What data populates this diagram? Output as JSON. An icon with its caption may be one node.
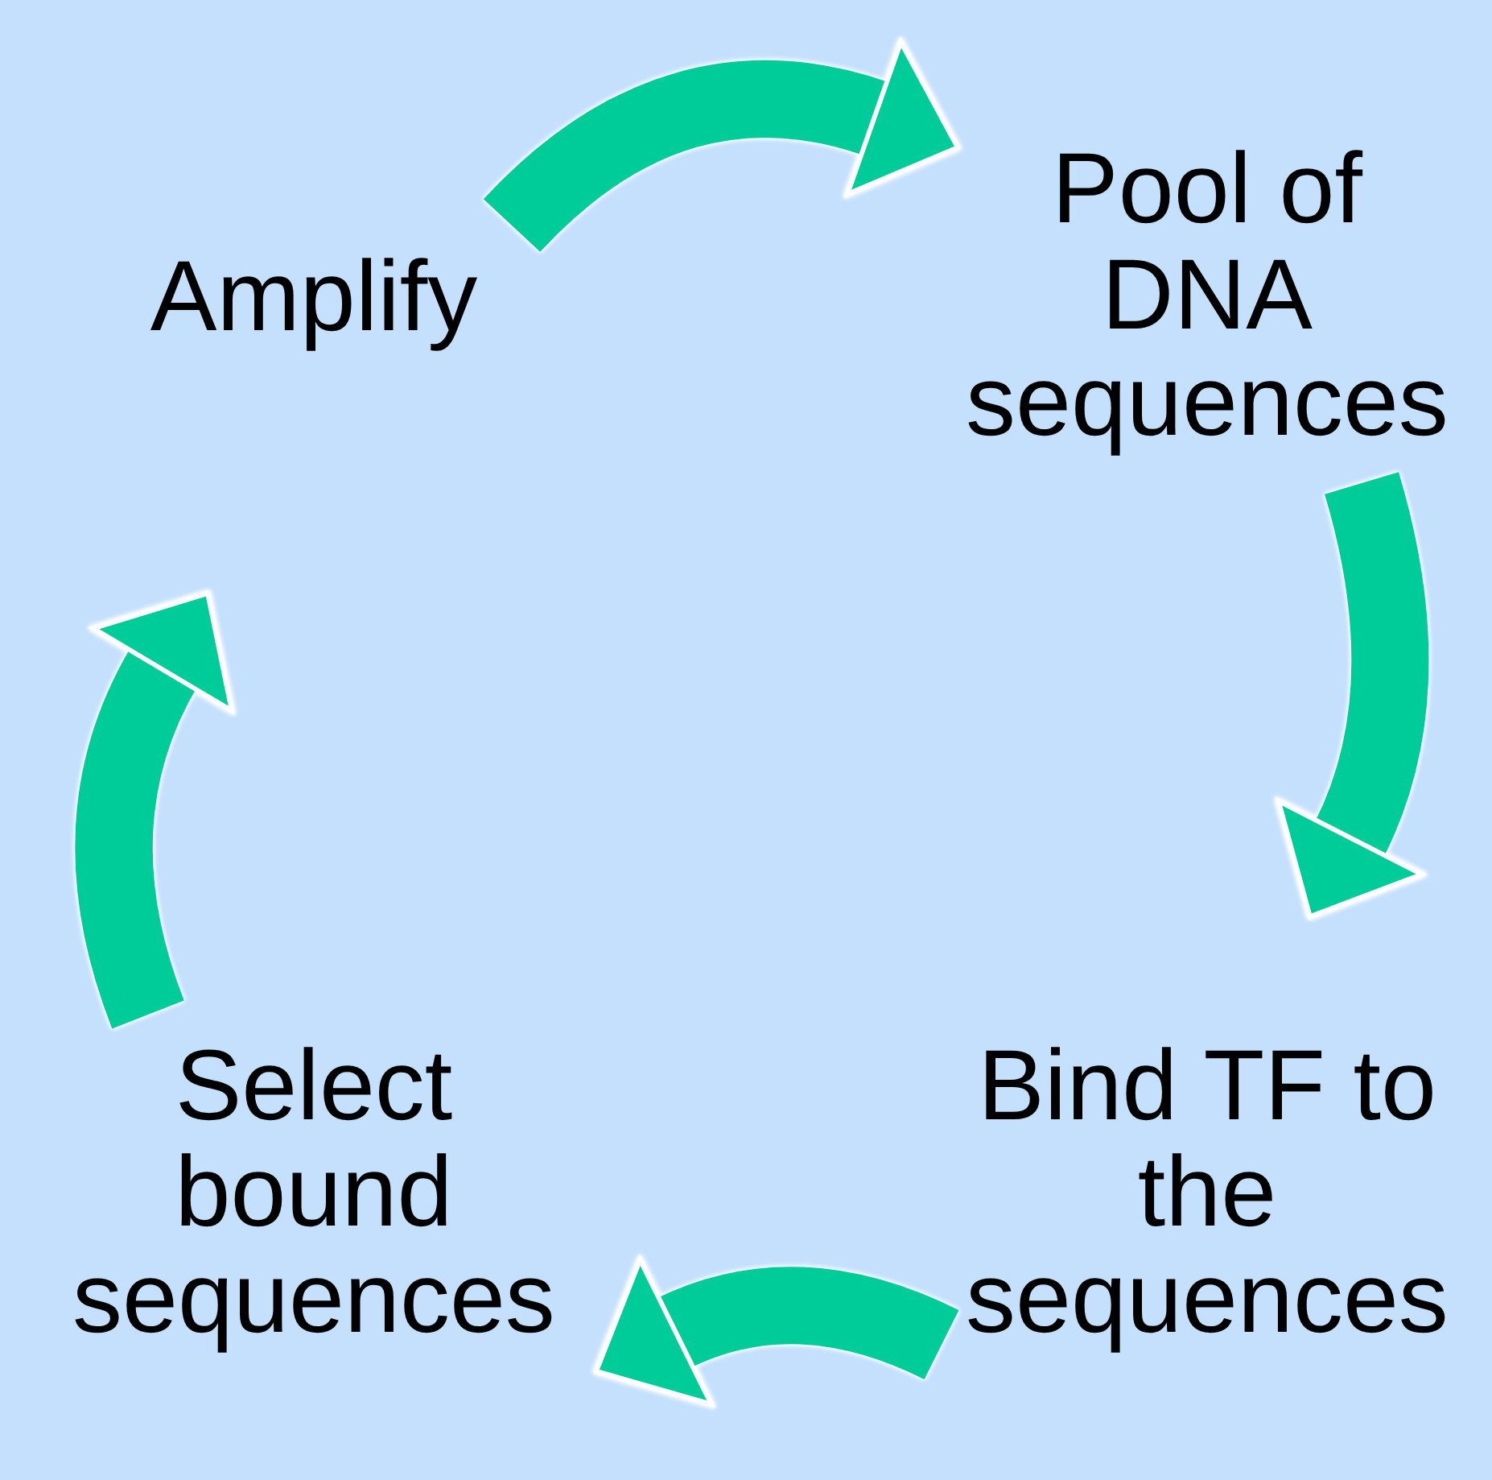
{
  "diagram": {
    "nodes": [
      {
        "text": [
          "Amplify"
        ]
      },
      {
        "text": [
          "Pool of DNA sequences"
        ]
      },
      {
        "text": [
          "Bind TF to the sequences"
        ]
      },
      {
        "text": [
          "Select bound sequences"
        ]
      }
    ],
    "edges": [
      {
        "from": 0,
        "to": 1,
        "arrow": "to"
      },
      {
        "from": 1,
        "to": 2,
        "arrow": "to"
      },
      {
        "from": 2,
        "to": 3,
        "arrow": "to"
      },
      {
        "from": 3,
        "to": 0,
        "arrow": "to"
      }
    ]
  }
}
